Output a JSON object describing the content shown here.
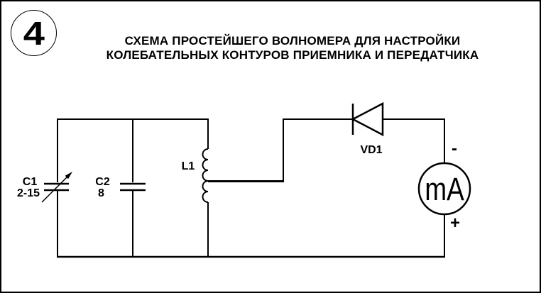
{
  "figure": {
    "number": "4"
  },
  "title": {
    "line1": "СХЕМА ПРОСТЕЙШЕГО ВОЛНОМЕРА ДЛЯ НАСТРОЙКИ",
    "line2": "КОЛЕБАТЕЛЬНЫХ КОНТУРОВ ПРИЕМНИКА И ПЕРЕДАТЧИКА"
  },
  "components": {
    "c1": {
      "ref": "C1",
      "value": "2-15",
      "symbol": "variable-capacitor"
    },
    "c2": {
      "ref": "C2",
      "value": "8",
      "symbol": "capacitor"
    },
    "l1": {
      "ref": "L1",
      "symbol": "tapped-inductor"
    },
    "vd1": {
      "ref": "VD1",
      "symbol": "diode"
    },
    "pa": {
      "ref": "mA",
      "symbol": "milliammeter",
      "terminal_top": "-",
      "terminal_bottom": "+"
    }
  },
  "colors": {
    "ink": "#000000",
    "paper": "#ffffff"
  }
}
